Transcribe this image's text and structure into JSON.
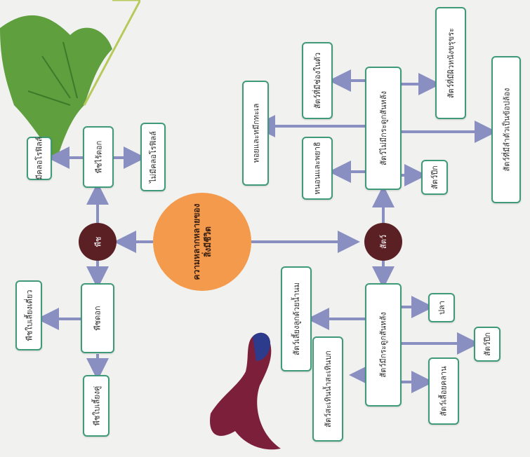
{
  "diagram": {
    "center": "ความหลากหลายของสิ่งมีชีวิต",
    "plant": {
      "label": "พืช",
      "flowering": "พืชดอก",
      "flowering_monocot": "พืชใบเลี้ยงเดี่ยว",
      "flowering_dicot": "พืชใบเลี้ยงคู่",
      "nonflowering": "พืชไร้ดอก",
      "with_chlorophyll": "มีคลอโรฟิลล์",
      "without_chlorophyll": "ไม่มีคลอโรฟิลล์"
    },
    "animal": {
      "label": "สัตว์",
      "vertebrate": "สัตว์มีกระดูกสันหลัง",
      "vertebrate_children": [
        "ปลา",
        "สัตว์ปีก",
        "สัตว์เลื้อยคลาน",
        "สัตว์สะเทินน้ำสะเทินบก",
        "สัตว์เลี้ยงลูกด้วยน้ำนม"
      ],
      "invertebrate": "สัตว์ไม่มีกระดูกสันหลัง",
      "invertebrate_children": [
        "สัตว์ปีก",
        "หอยและหมึกทะเล",
        "สัตว์ที่มีช่องในตัว",
        "หนอนและพยาธิ",
        "สัตว์ที่มีลำตัวเป็นข้อปล้อง",
        "สัตว์ที่มีผิวหนังขรุขระ"
      ]
    }
  },
  "colors": {
    "box_border": "#3e9a78",
    "arrow": "#8a8fc2",
    "dark_node": "#5a2024",
    "center_node": "#f39a4c",
    "background": "#f1f2f0"
  }
}
